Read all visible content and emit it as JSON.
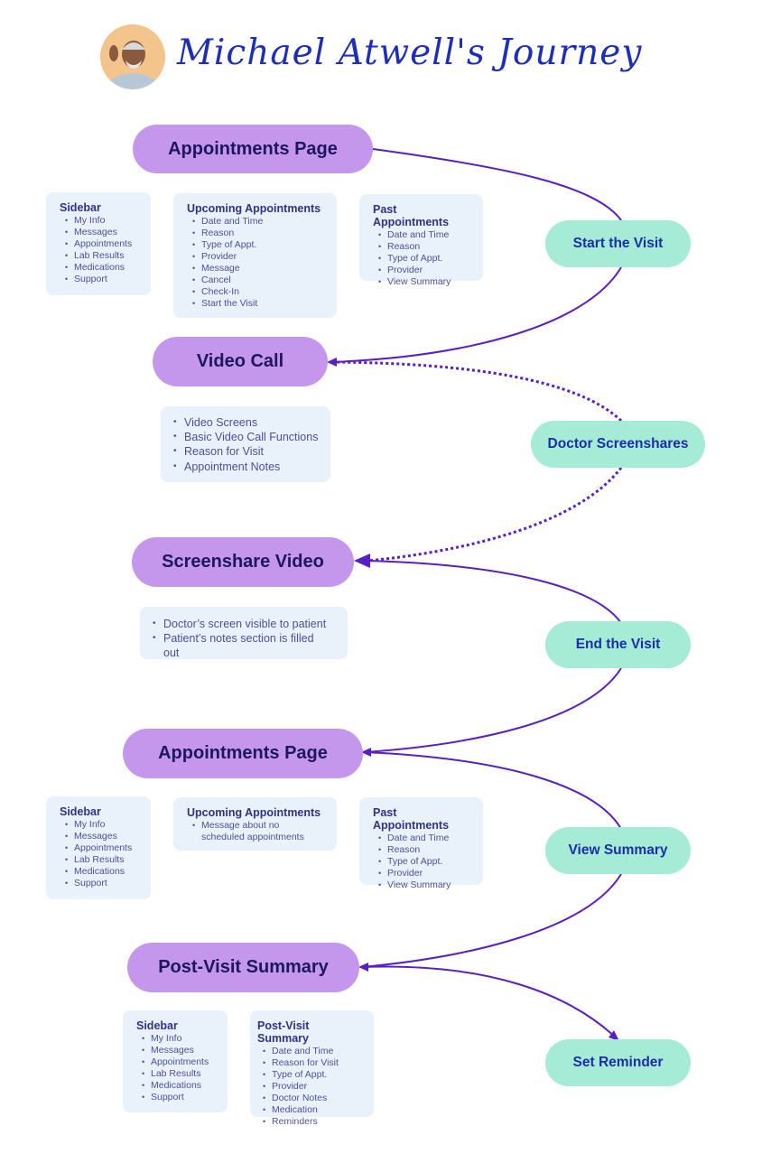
{
  "title": "Michael Atwell's Journey",
  "colors": {
    "page_pill": "#c497ec",
    "action_pill": "#a5ebd5",
    "card": "#e9f1fb",
    "arrow": "#5a1fc4",
    "title": "#1d2fb8"
  },
  "pages": [
    "Appointments Page",
    "Video Call",
    "Screenshare Video",
    "Appointments Page",
    "Post-Visit Summary"
  ],
  "actions": [
    "Start the Visit",
    "Doctor Screenshares",
    "End the Visit",
    "View Summary",
    "Set Reminder"
  ],
  "cards": {
    "appointments1_sidebar": {
      "heading": "Sidebar",
      "items": [
        "My Info",
        "Messages",
        "Appointments",
        "Lab Results",
        "Medications",
        "Support"
      ]
    },
    "appointments1_upcoming": {
      "heading": "Upcoming Appointments",
      "items": [
        "Date and Time",
        "Reason",
        "Type of Appt.",
        "Provider",
        "Message",
        "Cancel",
        "Check-In",
        "Start the Visit"
      ]
    },
    "appointments1_past": {
      "heading": "Past Appointments",
      "items": [
        "Date and Time",
        "Reason",
        "Type of Appt.",
        "Provider",
        "View Summary"
      ]
    },
    "video_call": {
      "items": [
        "Video Screens",
        "Basic Video Call Functions",
        "Reason for Visit",
        "Appointment Notes"
      ]
    },
    "screenshare": {
      "items": [
        "Doctor’s screen visible to patient",
        "Patient’s notes section is filled out"
      ]
    },
    "appointments2_sidebar": {
      "heading": "Sidebar",
      "items": [
        "My Info",
        "Messages",
        "Appointments",
        "Lab Results",
        "Medications",
        "Support"
      ]
    },
    "appointments2_upcoming": {
      "heading": "Upcoming Appointments",
      "items": [
        "Message about no scheduled appointments"
      ]
    },
    "appointments2_past": {
      "heading": "Past Appointments",
      "items": [
        "Date and Time",
        "Reason",
        "Type of Appt.",
        "Provider",
        "View Summary"
      ]
    },
    "postvisit_sidebar": {
      "heading": "Sidebar",
      "items": [
        "My Info",
        "Messages",
        "Appointments",
        "Lab Results",
        "Medications",
        "Support"
      ]
    },
    "postvisit_summary": {
      "heading": "Post-Visit Summary",
      "items": [
        "Date and Time",
        "Reason for Visit",
        "Type of Appt.",
        "Provider",
        "Doctor Notes",
        "Medication",
        "Reminders"
      ]
    }
  }
}
